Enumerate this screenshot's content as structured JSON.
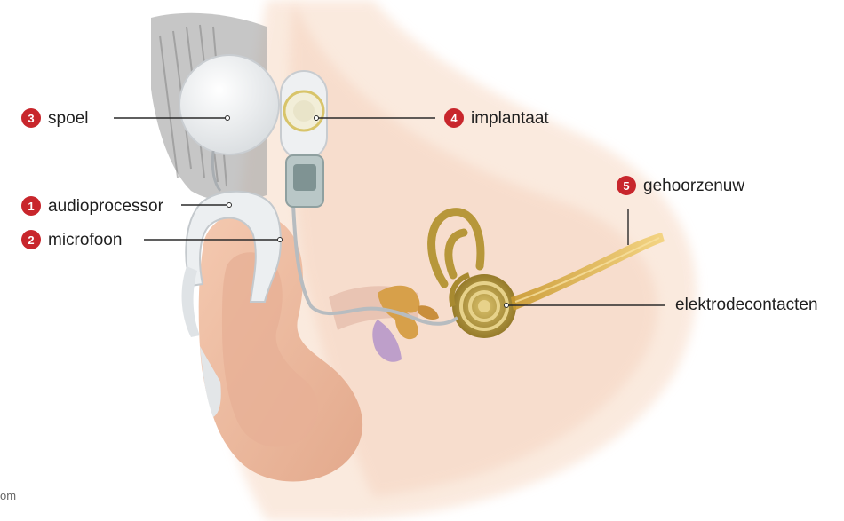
{
  "colors": {
    "badge": "#c8262c",
    "leader_line": "#2a2a2a",
    "skin": "#f3c9b0",
    "hair": "#9a9a9a",
    "device": "#e9ecee",
    "implant_gold": "#d8c46a",
    "cochlea": "#b79a3a",
    "nerve": "#e6b84a"
  },
  "labels": [
    {
      "number": "3",
      "text": "spoel"
    },
    {
      "number": "4",
      "text": "implantaat"
    },
    {
      "number": "5",
      "text": "gehoorzenuw"
    },
    {
      "number": "1",
      "text": "audioprocessor"
    },
    {
      "number": "2",
      "text": "microfoon"
    }
  ],
  "electrode_label": "elektrodecontacten",
  "footer_fragment": "om"
}
